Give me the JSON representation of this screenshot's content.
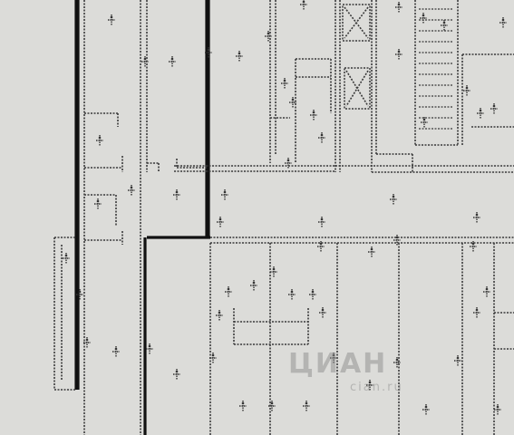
{
  "document": {
    "type": "scanned-floor-plan",
    "colors": {
      "paper": "#d9d9d6",
      "ink": "#2b2b2b",
      "dotted_line": "#3a3a3a",
      "thick_wall": "#111111",
      "symbol": "#333333",
      "watermark": "#8c8c8c"
    },
    "watermark": {
      "brand": "ЦИАН",
      "sub": "cian.ru"
    }
  }
}
